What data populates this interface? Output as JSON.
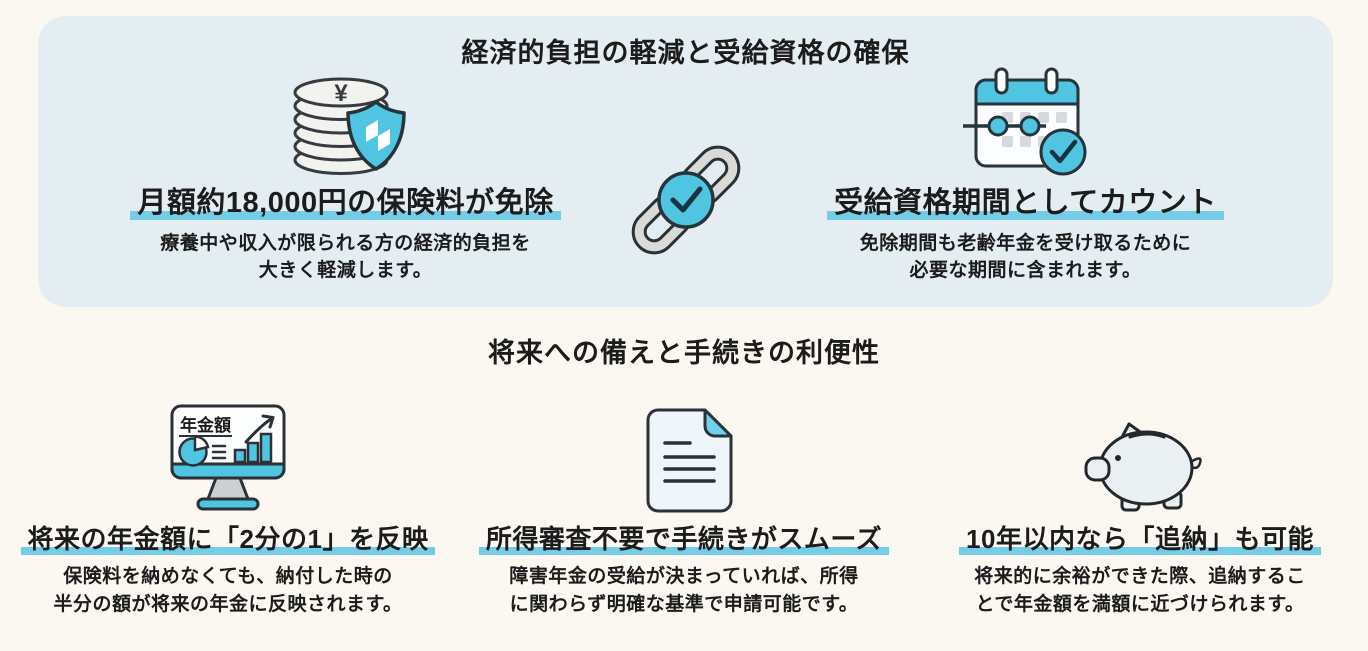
{
  "colors": {
    "page_background": "#faf8f1",
    "panel_background": "#e3edf2",
    "accent_turquoise": "#4fc5e2",
    "highlight_underline": "#74cce6",
    "text": "#1c1c1c"
  },
  "section1": {
    "title": "経済的負担の軽減と受給資格の確保",
    "connector_icon": "link-check-icon",
    "cards": [
      {
        "icon": "coins-shield-icon",
        "heading": "月額約18,000円の保険料が免除",
        "description": "療養中や収入が限られる方の経済的負担を\n大きく軽減します。"
      },
      {
        "icon": "calendar-check-icon",
        "heading": "受給資格期間としてカウント",
        "description": "免除期間も老齢年金を受け取るために\n必要な期間に含まれます。"
      }
    ]
  },
  "section2": {
    "title": "将来への備えと手続きの利便性",
    "cards": [
      {
        "icon": "pension-monitor-icon",
        "icon_label": "年金額",
        "heading": "将来の年金額に「2分の1」を反映",
        "description": "保険料を納めなくても、納付した時の\n半分の額が将来の年金に反映されます。"
      },
      {
        "icon": "document-icon",
        "heading": "所得審査不要で手続きがスムーズ",
        "description": "障害年金の受給が決まっていれば、所得\nに関わらず明確な基準で申請可能です。"
      },
      {
        "icon": "piggy-bank-icon",
        "heading": "10年以内なら「追納」も可能",
        "description": "将来的に余裕ができた際、追納するこ\nとで年金額を満額に近づけられます。"
      }
    ]
  }
}
